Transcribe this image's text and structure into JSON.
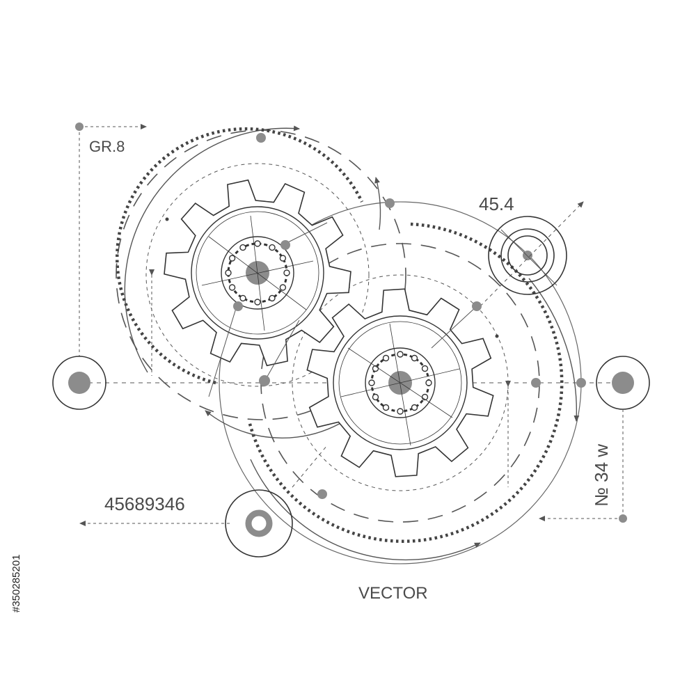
{
  "labels": {
    "gr": "GR.8",
    "measure": "45.4",
    "number": "45689346",
    "caption": "VECTOR",
    "serial": "№ 34 w"
  },
  "stock_id": "#350285201",
  "colors": {
    "line": "#555555",
    "dot": "#8c8c8c",
    "dark": "#333333",
    "background": "#ffffff"
  },
  "icons": [
    "gear-icon",
    "gear-icon",
    "bearing-chain-icon",
    "bearing-chain-icon",
    "target-circle-icon",
    "ring-icon"
  ]
}
